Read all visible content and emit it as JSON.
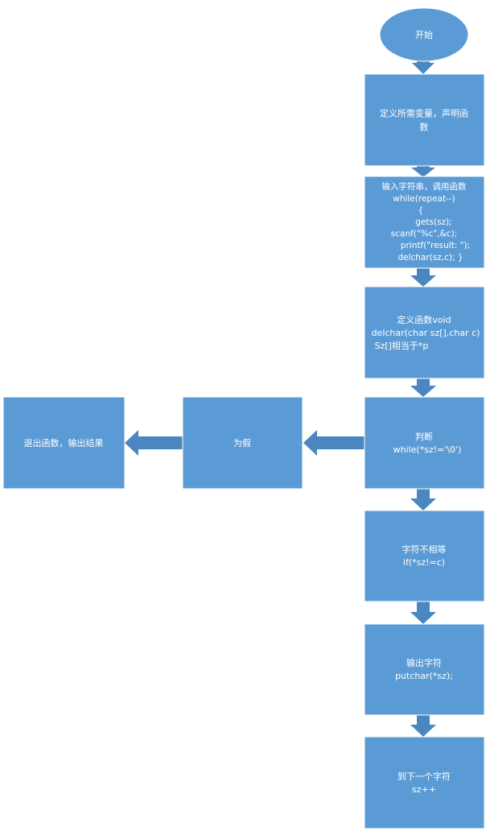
{
  "colors": {
    "node_fill": "#5b9bd5",
    "node_stroke": "#ffffff",
    "arrow_fill": "#4a86c0",
    "text": "#ffffff",
    "background": "#ffffff"
  },
  "nodes": {
    "start": {
      "lines": [
        "开始"
      ]
    },
    "declare": {
      "lines": [
        "定义所需变量，声明函",
        "数"
      ]
    },
    "input": {
      "lines": [
        "输入字符串，调用函数",
        "while(repeat--)",
        "{",
        "gets(sz);",
        "scanf(\"%c\",&c);",
        "printf(\"result: \");",
        "delchar(sz,c);    }"
      ]
    },
    "define_func": {
      "lines": [
        "定义函数void",
        "delchar(char sz[],char c)",
        "Sz[]相当于*p"
      ]
    },
    "judge": {
      "lines": [
        "判断",
        "while(*sz!='\\0')"
      ]
    },
    "false_branch": {
      "lines": [
        "为假"
      ]
    },
    "exit": {
      "lines": [
        "退出函数，输出结果"
      ]
    },
    "not_equal": {
      "lines": [
        "字符不相等",
        "if(*sz!=c)"
      ]
    },
    "output_char": {
      "lines": [
        "输出字符",
        "putchar(*sz);"
      ]
    },
    "next_char": {
      "lines": [
        "到下一个字符",
        "sz++"
      ]
    }
  }
}
